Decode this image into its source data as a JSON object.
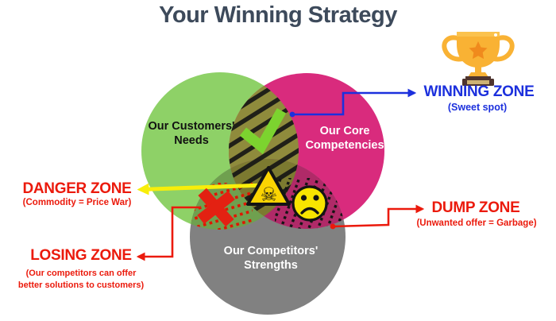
{
  "title": "Your Winning Strategy",
  "circles": {
    "customers": {
      "line1": "Our Customers'",
      "line2": "Needs"
    },
    "core": {
      "line1": "Our Core",
      "line2": "Competencies"
    },
    "competitors": {
      "line1": "Our Competitors'",
      "line2": "Strengths"
    }
  },
  "zones": {
    "winning": {
      "label": "WINNING ZONE",
      "sub": "(Sweet spot)"
    },
    "danger": {
      "label": "DANGER ZONE",
      "sub": "(Commodity = Price War)"
    },
    "losing": {
      "label": "LOSING ZONE",
      "sub1": "(Our competitors can offer",
      "sub2": "better solutions to customers)"
    },
    "dump": {
      "label": "DUMP ZONE",
      "sub": "(Unwanted offer = Garbage)"
    }
  },
  "icons": {
    "trophy": "trophy-icon",
    "checkmark": "checkmark-icon",
    "hazard": "hazard-skull-icon",
    "hazard_glyph": "☠",
    "cross": "cross-icon",
    "sad_face": "sad-face-icon"
  },
  "colors": {
    "title": "#3D4A5B",
    "customers_green": "#8ED167",
    "core_pink": "#D92B7D",
    "competitors_gray": "#818181",
    "winning_olive": "#8F8B3C",
    "center_olive": "#7C7A30",
    "losing_green": "#6FA04F",
    "dump_magenta": "#B02A68",
    "accent_blue": "#1C30DD",
    "accent_red": "#EB1A0C",
    "accent_yellow": "#F8EE0A"
  }
}
